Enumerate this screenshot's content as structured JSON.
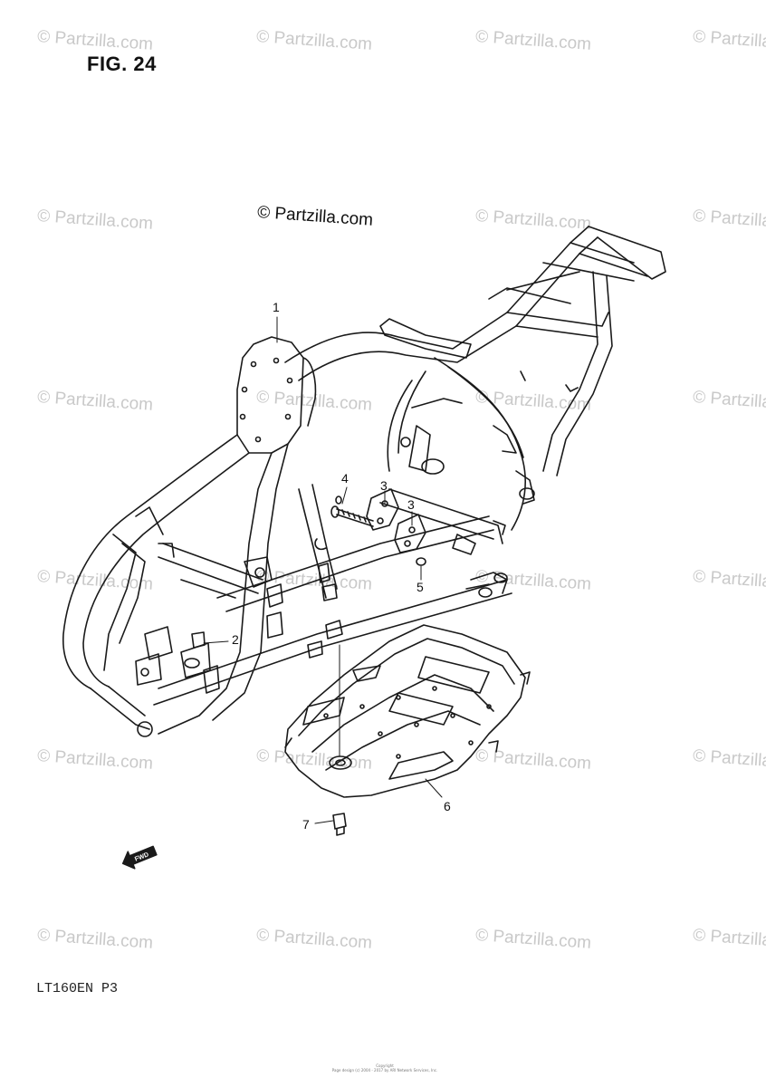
{
  "figure": {
    "title": "FIG. 24",
    "model_code": "LT160EN  P3",
    "copyright": "© Partzilla.com",
    "watermark_text": "© Partzilla.com",
    "footer_lines": [
      "Copyright",
      "Page design (c) 2004 - 2017 by ARI Network Services, Inc."
    ],
    "fwd_label": "FWD"
  },
  "callouts": [
    {
      "id": "1",
      "label": "1"
    },
    {
      "id": "2",
      "label": "2"
    },
    {
      "id": "3a",
      "label": "3"
    },
    {
      "id": "3b",
      "label": "3"
    },
    {
      "id": "4",
      "label": "4"
    },
    {
      "id": "5",
      "label": "5"
    },
    {
      "id": "6",
      "label": "6"
    },
    {
      "id": "7",
      "label": "7"
    }
  ],
  "colors": {
    "line": "#1a1a1a",
    "watermark": "#c9c9c9",
    "background": "#ffffff"
  }
}
